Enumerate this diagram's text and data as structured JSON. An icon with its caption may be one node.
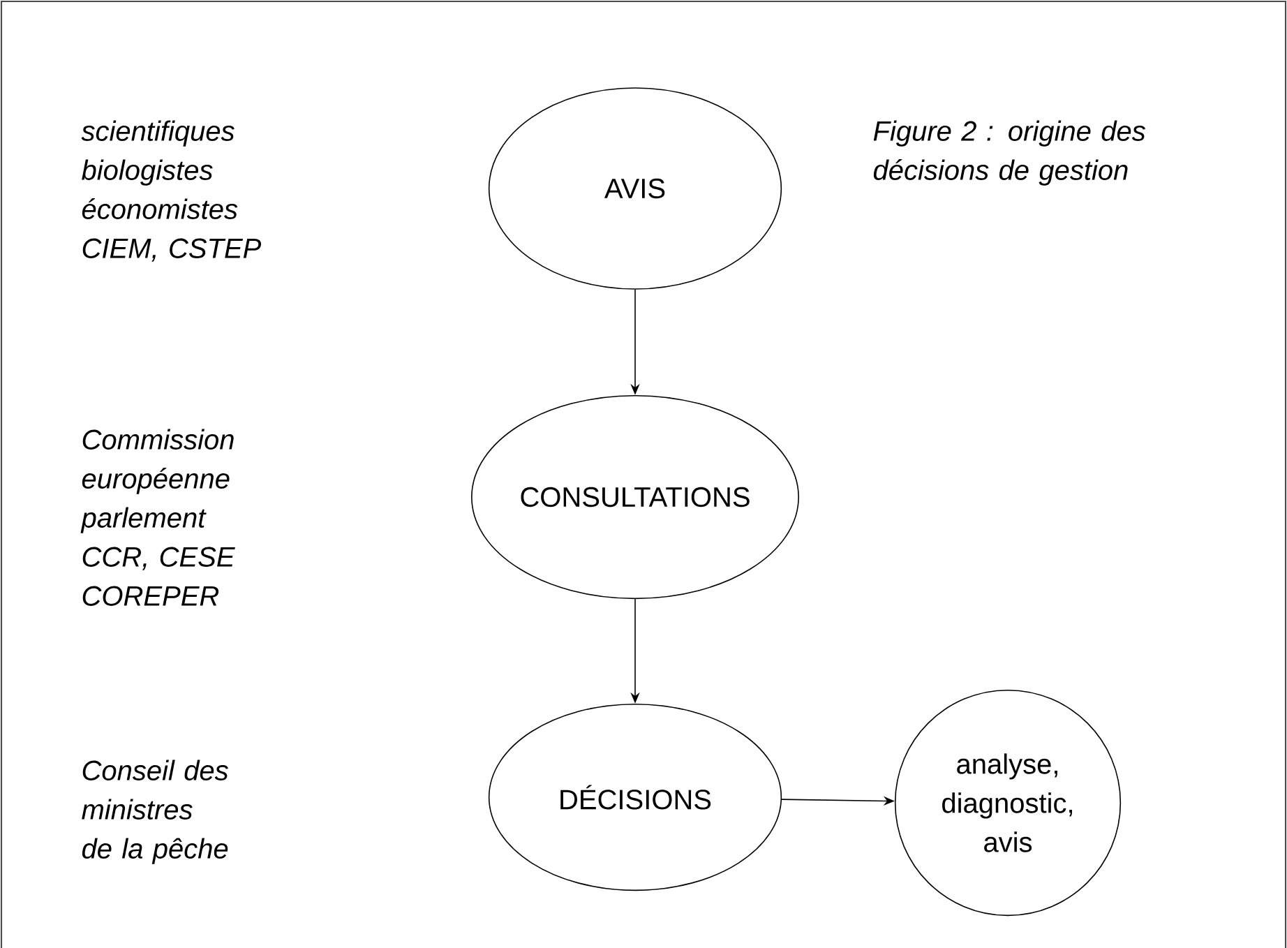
{
  "diagram": {
    "caption": "Figure 2 : origine des décisions de gestion",
    "nodes": [
      {
        "text": [
          "AVIS"
        ],
        "beside": [
          "scientifiques",
          "biologistes",
          "économistes",
          "CIEM, CSTEP"
        ]
      },
      {
        "text": [
          "CONSULTATIONS"
        ],
        "beside": [
          "Commission européenne",
          "parlement",
          "CCR, CESE",
          "COREPER"
        ]
      },
      {
        "text": [
          "DÉCISIONS"
        ],
        "beside": [
          "Conseil des ministres",
          "de la pêche"
        ]
      },
      {
        "text": [
          "analyse, diagnostic, avis"
        ]
      }
    ],
    "edges": [
      {
        "from": 0,
        "to": 1,
        "arrow": "to"
      },
      {
        "from": 1,
        "to": 2,
        "arrow": "to"
      },
      {
        "from": 2,
        "to": 3,
        "arrow": "to"
      }
    ]
  }
}
